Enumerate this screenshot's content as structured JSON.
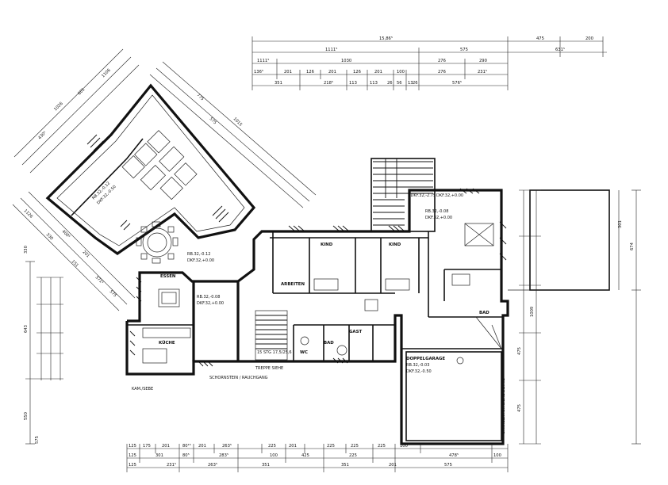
{
  "top_dims": {
    "row1": [
      "15,86⁵",
      "475",
      "200"
    ],
    "row2": [
      "1111⁵",
      "575",
      "631⁵"
    ],
    "row3": [
      "1111⁵",
      "1030",
      "276",
      "290"
    ],
    "row4": [
      "136⁵",
      "201",
      "126",
      "201",
      "126",
      "201",
      "100",
      "276",
      "231⁵"
    ],
    "row5": [
      "351",
      "218⁵",
      "113",
      "113",
      "26",
      "56",
      "13",
      "26",
      "576⁵"
    ]
  },
  "bottom_dims": {
    "row1": [
      "125",
      "175",
      "201",
      "80¹⁵",
      "201",
      "263⁵",
      "225",
      "201",
      "225",
      "225",
      "225",
      "100"
    ],
    "row2": [
      "125",
      "301",
      "80⁵",
      "283⁵",
      "100",
      "425",
      "478⁵",
      "100",
      "225"
    ],
    "row3": [
      "125",
      "231⁵",
      "263⁵",
      "351",
      "351",
      "201",
      "575"
    ]
  },
  "left_dims": [
    "330",
    "643",
    "575",
    "550"
  ],
  "right_dims": [
    "301",
    "674",
    "1009",
    "475",
    "475"
  ],
  "diag_dims": {
    "upper": [
      "1026",
      "601",
      "430⁵",
      "1106",
      "775",
      "575",
      "1015"
    ],
    "lower": [
      "1126",
      "330",
      "400⁵",
      "151",
      "201",
      "371⁵",
      "575"
    ]
  },
  "rooms": {
    "living": {
      "line1": "RB.32,-0.12",
      "line2": "DKF.32,-0.50"
    },
    "wohnen": {
      "line1": "RB.32,-0.12",
      "line2": "DKF.32,+0.00"
    },
    "essen": {
      "name": "ESSEN",
      "line1": "RB.32,-0.08",
      "line2": "DKF.32,+0.00"
    },
    "kueche": {
      "name": "KÜCHE"
    },
    "arbeiten": {
      "name": "ARBEITEN"
    },
    "kind1": {
      "name": "KIND"
    },
    "kind2": {
      "name": "KIND"
    },
    "schlafen": {
      "line1": "RB.32,-0.08",
      "line2": "DKF.32,+0.00"
    },
    "flur": {
      "line1": "RDKF.32,-2.75",
      "line2": "DKF.32,+0.00"
    },
    "bad1": {
      "name": "BAD"
    },
    "bad2": {
      "name": "BAD"
    },
    "wc": {
      "name": "WC"
    },
    "gast": {
      "name": "GAST"
    },
    "garage": {
      "name": "DOPPELGARAGE",
      "line1": "RB.32,-0.03",
      "line2": "DKF.32,-0.50"
    },
    "stair": {
      "label": "15 STG 17,5/25,6"
    },
    "treppe": {
      "label": "TREPPE SIEHE"
    }
  },
  "notes": {
    "kamin": "KAM./SEBE",
    "ausgang": "SCHORNSTEIN / RAUCHGANG",
    "gara": "GARAGENTOR SIEHE DETAIL"
  }
}
